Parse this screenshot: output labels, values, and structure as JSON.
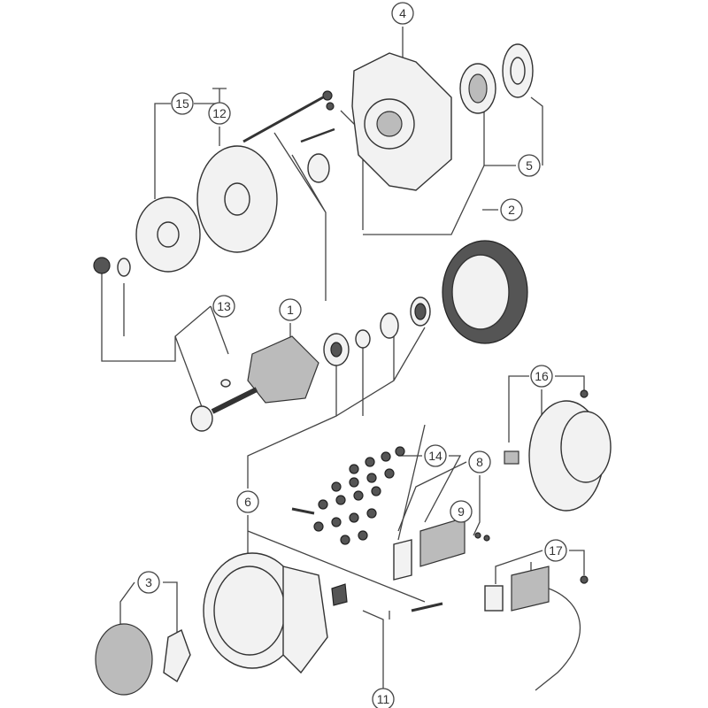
{
  "diagram": {
    "title": "Alternator exploded parts diagram",
    "callouts": {
      "c1": "1",
      "c2": "2",
      "c3": "3",
      "c4": "4",
      "c5": "5",
      "c6": "6",
      "c8": "8",
      "c9": "9",
      "c11": "11",
      "c12": "12",
      "c13": "13",
      "c14": "14",
      "c15": "15",
      "c16": "16",
      "c17": "17"
    }
  }
}
